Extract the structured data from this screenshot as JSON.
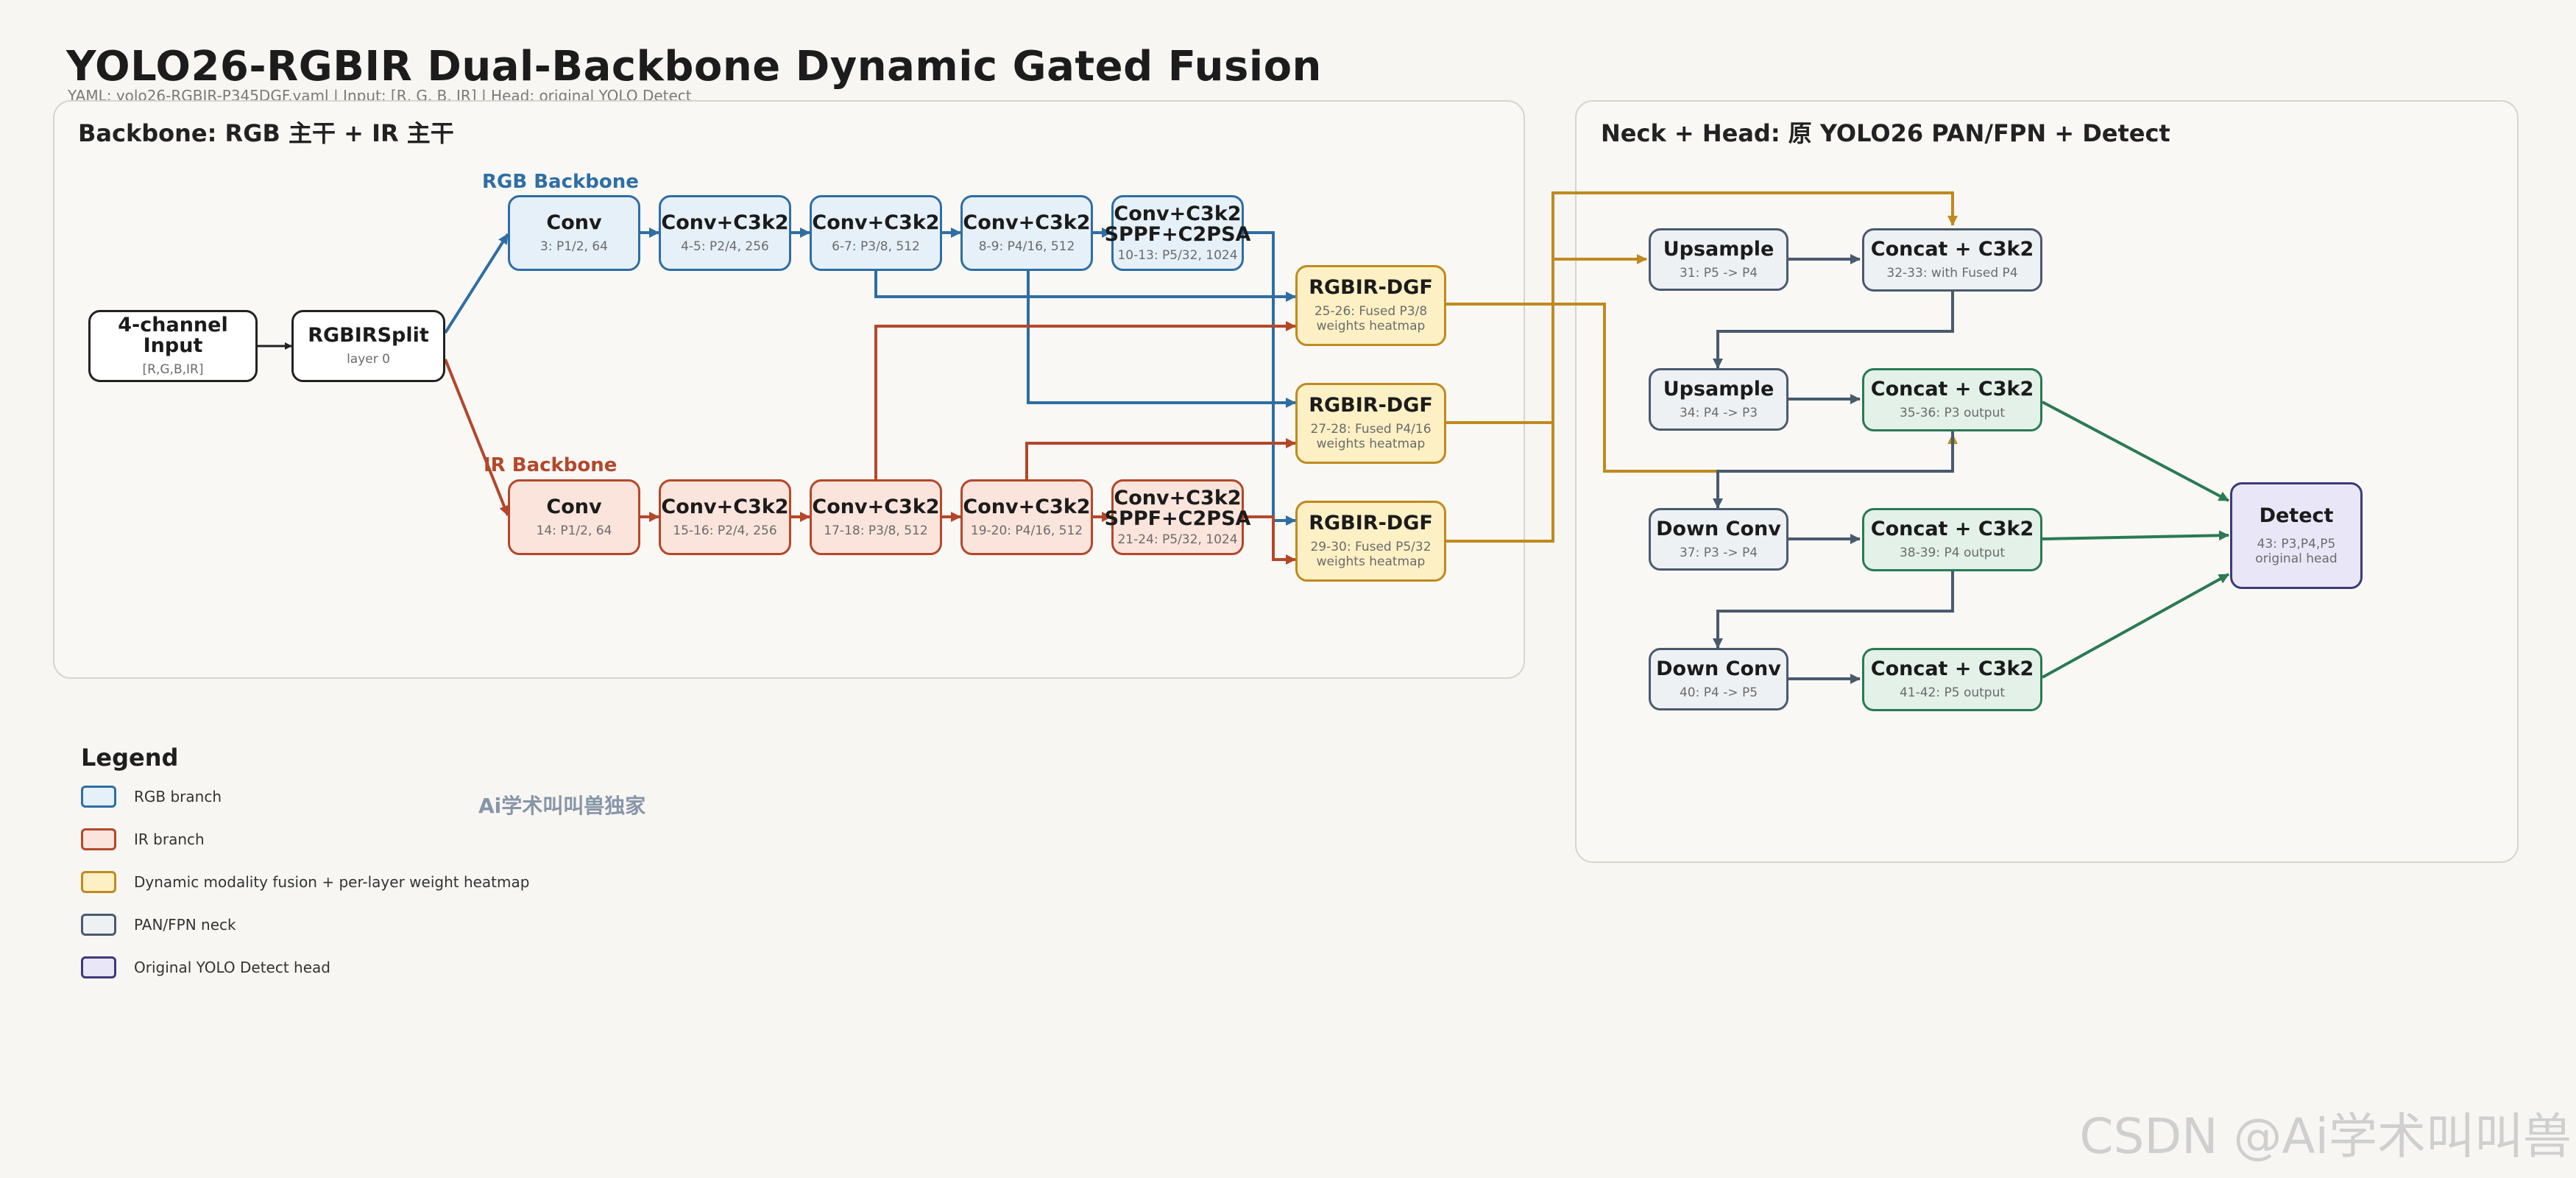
{
  "title": "YOLO26-RGBIR Dual-Backbone Dynamic Gated Fusion",
  "subtitle": "YAML: yolo26-RGBIR-P345DGF.yaml   |   Input: [R, G, B, IR]   |   Head: original YOLO Detect",
  "panels": {
    "backbone_title": "Backbone: RGB 主干 + IR 主干",
    "neck_title": "Neck + Head: 原 YOLO26 PAN/FPN + Detect"
  },
  "branch_labels": {
    "rgb": "RGB Backbone",
    "ir": "IR Backbone"
  },
  "nodes": {
    "input": {
      "name": "4-channel Input",
      "sub": "[R,G,B,IR]"
    },
    "split": {
      "name": "RGBIRSplit",
      "sub": "layer 0"
    },
    "rgb": [
      {
        "name": "Conv",
        "sub": "3: P1/2, 64"
      },
      {
        "name": "Conv+C3k2",
        "sub": "4-5: P2/4, 256"
      },
      {
        "name": "Conv+C3k2",
        "sub": "6-7: P3/8, 512"
      },
      {
        "name": "Conv+C3k2",
        "sub": "8-9: P4/16, 512"
      },
      {
        "name": "Conv+C3k2\nSPPF+C2PSA",
        "sub": "10-13: P5/32, 1024"
      }
    ],
    "ir": [
      {
        "name": "Conv",
        "sub": "14: P1/2, 64"
      },
      {
        "name": "Conv+C3k2",
        "sub": "15-16: P2/4, 256"
      },
      {
        "name": "Conv+C3k2",
        "sub": "17-18: P3/8, 512"
      },
      {
        "name": "Conv+C3k2",
        "sub": "19-20: P4/16, 512"
      },
      {
        "name": "Conv+C3k2\nSPPF+C2PSA",
        "sub": "21-24: P5/32, 1024"
      }
    ],
    "dgf": [
      {
        "name": "RGBIR-DGF",
        "sub": "25-26: Fused P3/8\nweights heatmap"
      },
      {
        "name": "RGBIR-DGF",
        "sub": "27-28: Fused P4/16\nweights heatmap"
      },
      {
        "name": "RGBIR-DGF",
        "sub": "29-30: Fused P5/32\nweights heatmap"
      }
    ],
    "neck": [
      {
        "name": "Upsample",
        "sub": "31: P5 -> P4"
      },
      {
        "name": "Concat + C3k2",
        "sub": "32-33: with Fused P4"
      },
      {
        "name": "Upsample",
        "sub": "34: P4 -> P3"
      },
      {
        "name": "Concat + C3k2",
        "sub": "35-36: P3 output"
      },
      {
        "name": "Down Conv",
        "sub": "37: P3 -> P4"
      },
      {
        "name": "Concat + C3k2",
        "sub": "38-39: P4 output"
      },
      {
        "name": "Down Conv",
        "sub": "40: P4 -> P5"
      },
      {
        "name": "Concat + C3k2",
        "sub": "41-42: P5 output"
      }
    ],
    "detect": {
      "name": "Detect",
      "sub": "43: P3,P4,P5\noriginal head"
    }
  },
  "legend": {
    "title": "Legend",
    "items": [
      {
        "label": "RGB branch",
        "fill": "#e6f0f9",
        "stroke": "#2e6ea4"
      },
      {
        "label": "IR branch",
        "fill": "#fbe4dc",
        "stroke": "#b4472a"
      },
      {
        "label": "Dynamic modality fusion + per-layer weight heatmap",
        "fill": "#fdf0c4",
        "stroke": "#c08a1f"
      },
      {
        "label": "PAN/FPN neck",
        "fill": "#eef1f4",
        "stroke": "#4a5a6e"
      },
      {
        "label": "Original YOLO Detect head",
        "fill": "#e9e6f7",
        "stroke": "#3e3a78"
      }
    ]
  },
  "watermark_mid": "Ai学术叫叫兽独家",
  "watermark": "CSDN @Ai学术叫叫兽",
  "colors": {
    "rgb": "#2e6ea4",
    "ir": "#b4472a",
    "fusion": "#c08a1f",
    "neck": "#4a5a6e",
    "output": "#2a7a52",
    "plain": "#222222"
  }
}
